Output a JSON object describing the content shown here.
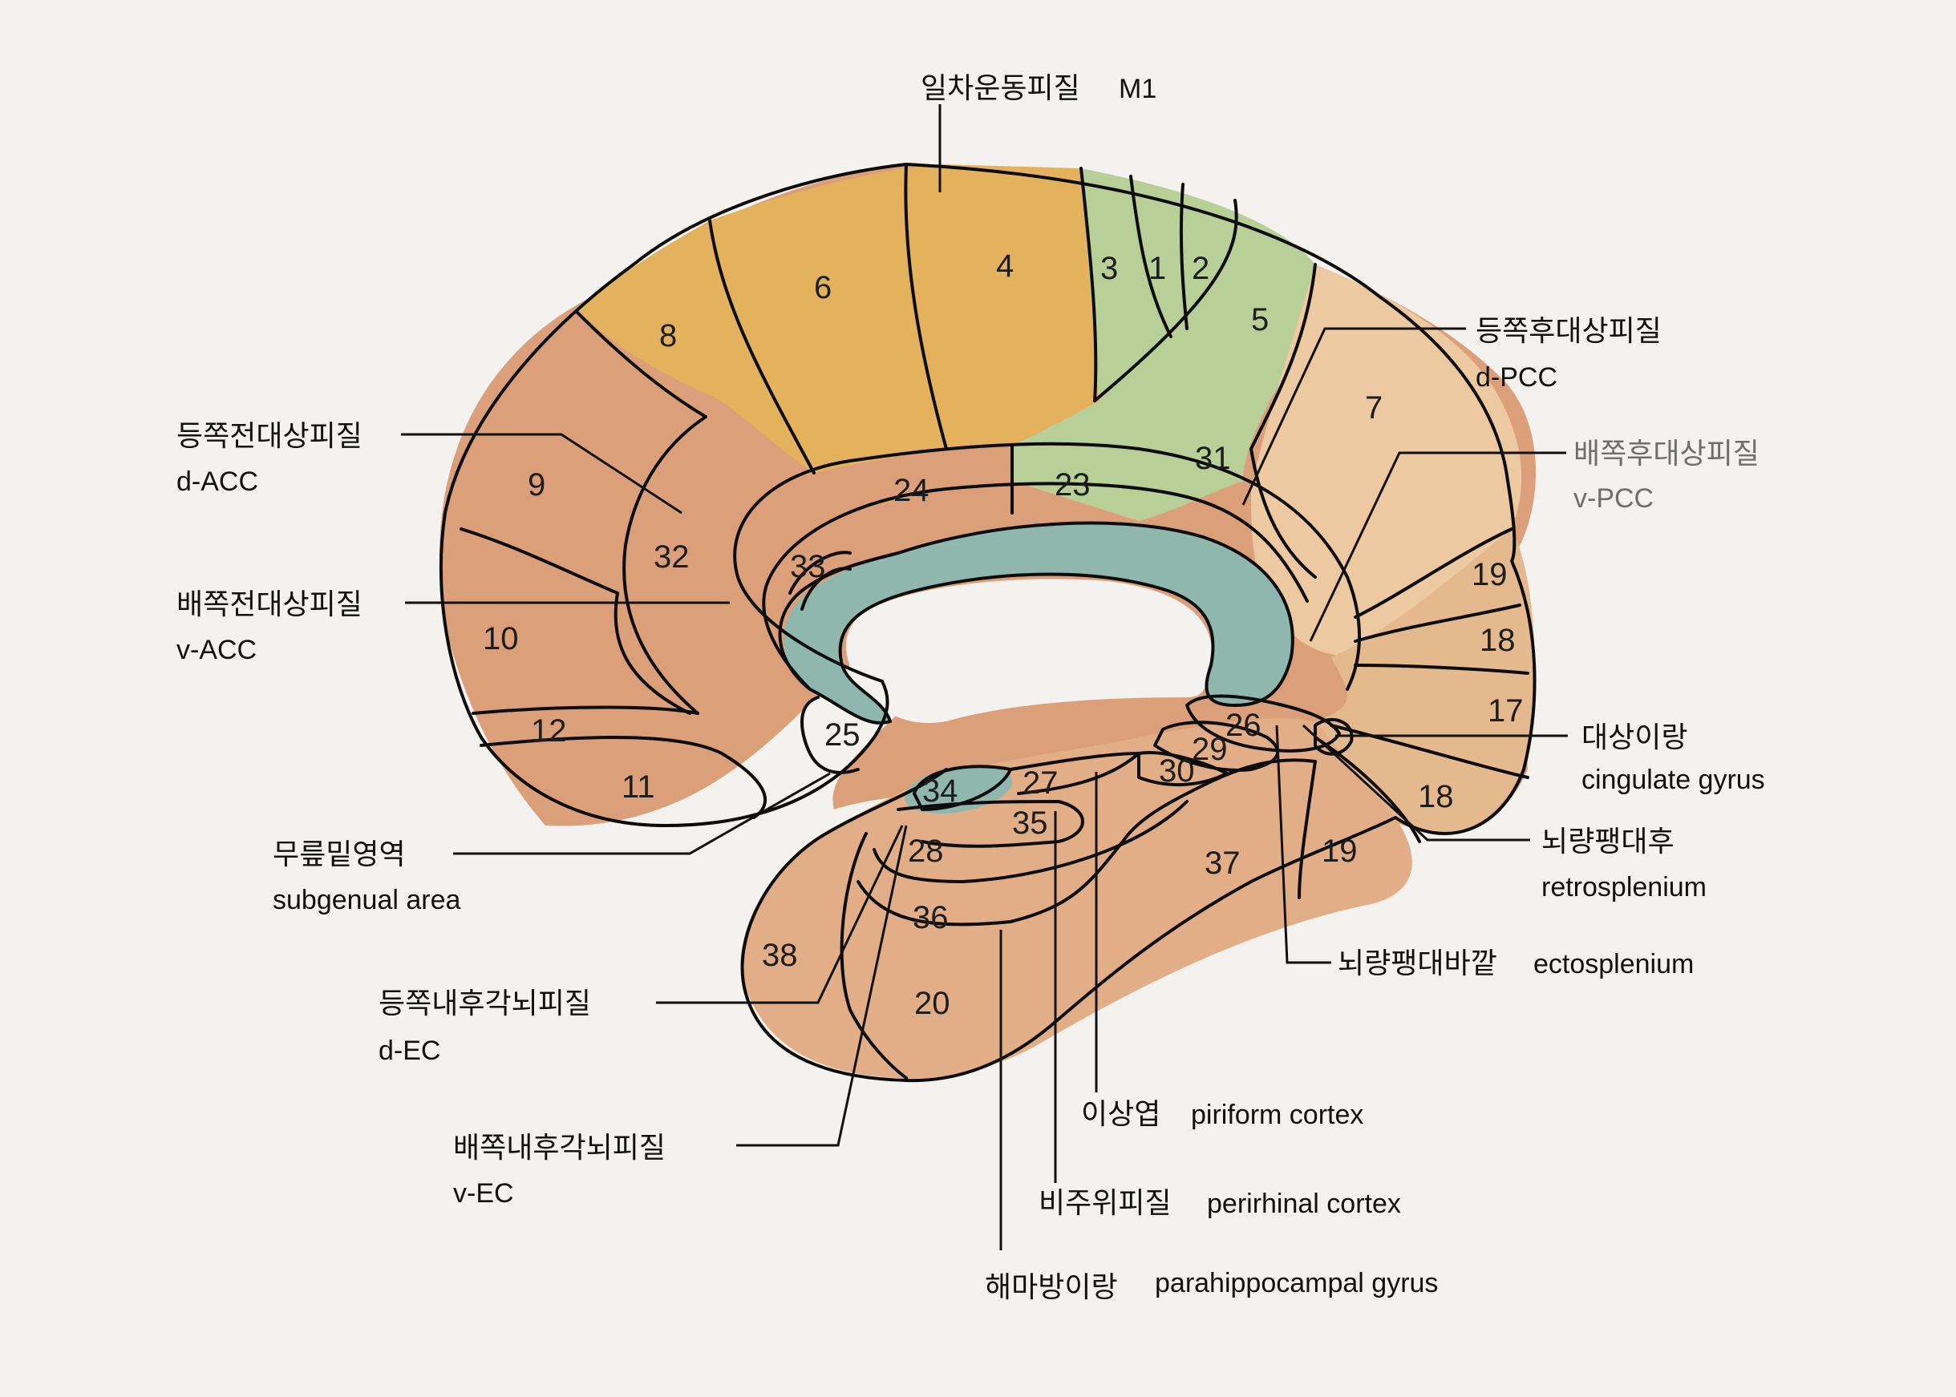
{
  "colors": {
    "background": "#f3f2ef",
    "motor_yellow": "#e4b25c",
    "frontal_orange": "#dba07a",
    "parietal_green": "#b9cf98",
    "posterior_peach": "#ecc9a1",
    "callosum_teal": "#8fb7ad",
    "medial_temporal": "#e2ae88"
  },
  "areas": {
    "a1": "1",
    "a2": "2",
    "a3": "3",
    "a4": "4",
    "a5": "5",
    "a6": "6",
    "a7": "7",
    "a8": "8",
    "a9": "9",
    "a10": "10",
    "a11": "11",
    "a12": "12",
    "a17": "17",
    "a18_top": "18",
    "a18_bottom": "18",
    "a19_top": "19",
    "a19_bottom": "19",
    "a20": "20",
    "a23": "23",
    "a24": "24",
    "a25": "25",
    "a26": "26",
    "a27": "27",
    "a28": "28",
    "a29": "29",
    "a30": "30",
    "a31": "31",
    "a32": "32",
    "a33": "33",
    "a34": "34",
    "a35": "35",
    "a36": "36",
    "a37": "37",
    "a38": "38"
  },
  "labels": {
    "m1": {
      "ko": "일차운동피질",
      "en": "M1"
    },
    "d_pcc": {
      "ko": "등쪽후대상피질",
      "en": "d-PCC"
    },
    "v_pcc": {
      "ko": "배쪽후대상피질",
      "en": "v-PCC"
    },
    "d_acc": {
      "ko": "등쪽전대상피질",
      "en": "d-ACC"
    },
    "v_acc": {
      "ko": "배쪽전대상피질",
      "en": "v-ACC"
    },
    "cingulate": {
      "ko": "대상이랑",
      "en": "cingulate gyrus"
    },
    "retrosplenium": {
      "ko": "뇌량팽대후",
      "en": "retrosplenium"
    },
    "ectosplenium": {
      "ko": "뇌량팽대바깥",
      "en": "ectosplenium"
    },
    "subgenual": {
      "ko": "무릎밑영역",
      "en": "subgenual area"
    },
    "d_ec": {
      "ko": "등쪽내후각뇌피질",
      "en": "d-EC"
    },
    "v_ec": {
      "ko": "배쪽내후각뇌피질",
      "en": "v-EC"
    },
    "piriform": {
      "ko": "이상엽",
      "en": "piriform cortex"
    },
    "perirhinal": {
      "ko": "비주위피질",
      "en": "perirhinal cortex"
    },
    "parahippocampal": {
      "ko": "해마방이랑",
      "en": "parahippocampal gyrus"
    }
  }
}
